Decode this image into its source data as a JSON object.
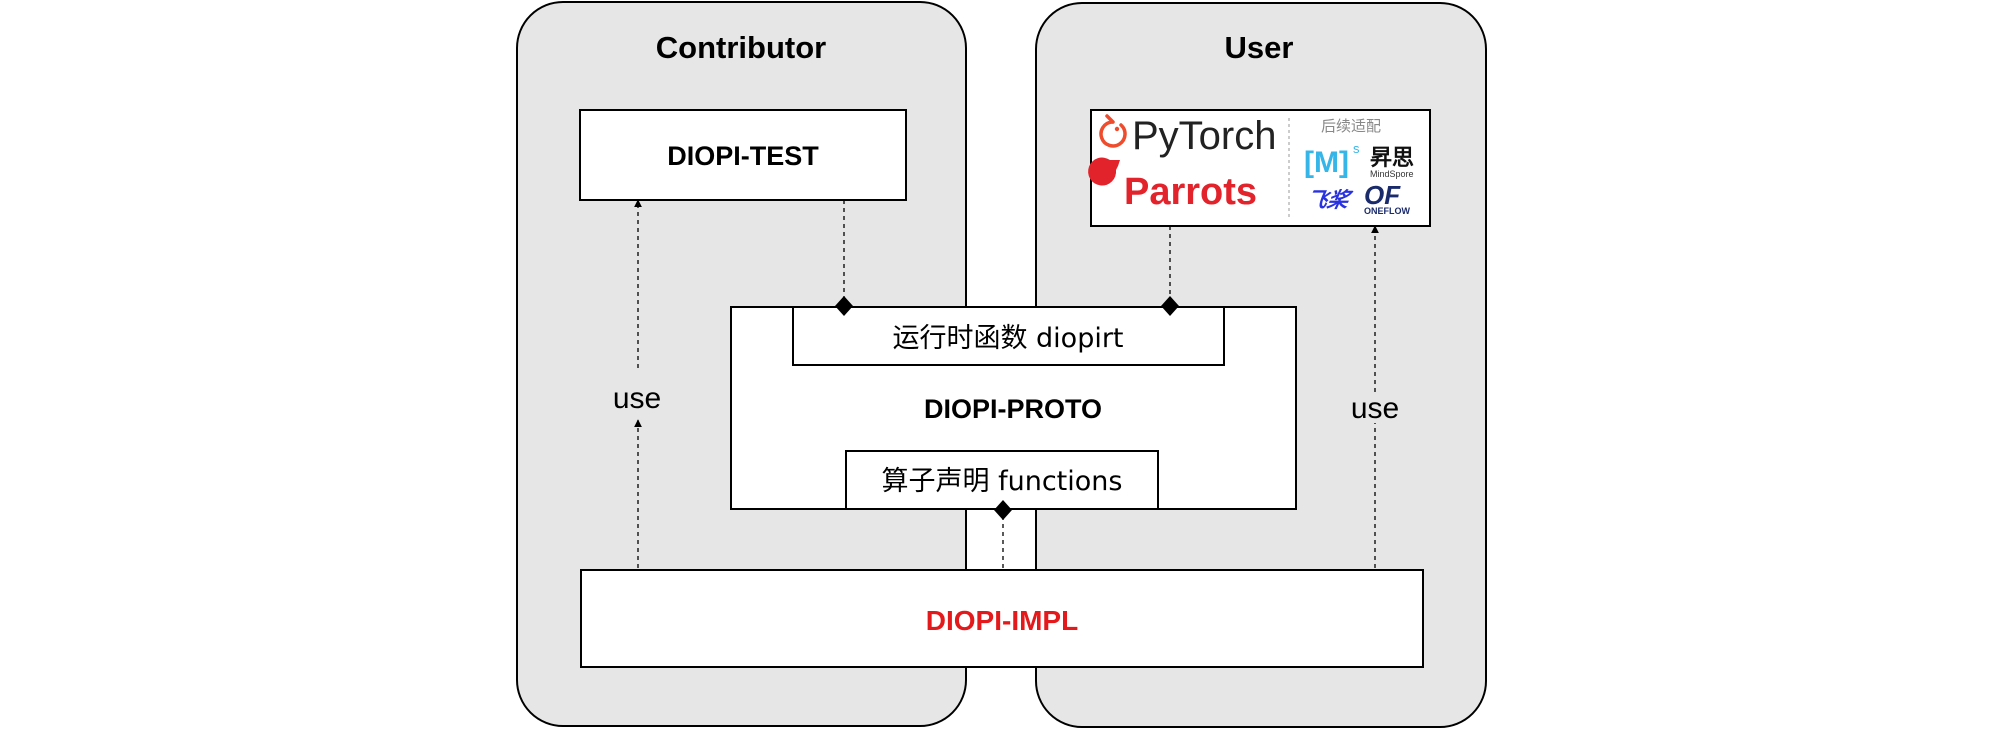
{
  "panels": {
    "contributor": {
      "title": "Contributor"
    },
    "user": {
      "title": "User"
    }
  },
  "boxes": {
    "test": {
      "label": "DIOPI-TEST"
    },
    "proto": {
      "label": "DIOPI-PROTO"
    },
    "runtime": {
      "label": "运行时函数 diopirt"
    },
    "functions": {
      "label": "算子声明 functions"
    },
    "impl": {
      "label": "DIOPI-IMPL"
    }
  },
  "edges": {
    "left_use": {
      "label": "use"
    },
    "right_use": {
      "label": "use"
    }
  },
  "frameworks": {
    "pytorch": {
      "label": "PyTorch"
    },
    "parrots": {
      "label": "Parrots"
    },
    "future_note": "后续适配",
    "mindspore": {
      "mark": "[M]",
      "superscript": "s",
      "caption": "MindSpore"
    },
    "shengsi": "昇思",
    "paddle": {
      "mark": "飞桨"
    },
    "oneflow": {
      "mark": "OF",
      "caption": "ONEFLOW"
    }
  },
  "colors": {
    "panel_fill": "#e6e6e6",
    "impl_text": "#e3191b",
    "pytorch_orange": "#ee4c2c",
    "parrots_red": "#e3232c",
    "mindspore_cyan": "#36b6e8",
    "paddle_blue": "#2932e1",
    "oneflow_navy": "#1a2b6b",
    "note_gray": "#888888"
  }
}
